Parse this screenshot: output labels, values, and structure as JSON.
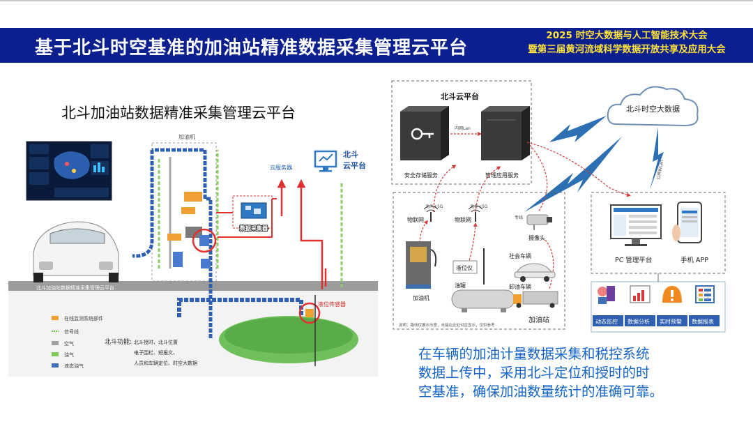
{
  "banner": {
    "title": "基于北斗时空基准的加油站精准数据采集管理云平台",
    "conference_line1": "2025 时空大数据与人工智能技术大会",
    "conference_line2": "暨第三届黄河流域科学数据开放共享及应用大会",
    "bg_color": "#0b1f8f",
    "conf_color": "#ffe23a"
  },
  "left": {
    "title": "北斗加油站数据精准采集管理云平台",
    "dispenser_label": "加油机",
    "beidou_cloud_label_1": "北斗",
    "beidou_cloud_label_2": "云平台",
    "cloud_server_label": "云服务器",
    "collector_label": "数据采集器",
    "level_sensor_label": "液位传感器",
    "car_caption": "北斗加油站数据精准采集管理云平台",
    "legend": [
      {
        "label": "在线监测系统部件",
        "color": "#f0a030"
      },
      {
        "label": "信号线",
        "color": "#6fbf4a"
      },
      {
        "label": "空气",
        "color": "#9e9e9e"
      },
      {
        "label": "油气",
        "color": "#7ecb5c"
      },
      {
        "label": "液态油气",
        "color": "#3f6fb5"
      }
    ],
    "functions_title": "北斗功能:",
    "functions_line1": "北斗授时、北斗位置",
    "functions_line2": "电子围栏、短报文、",
    "functions_line3": "人员和车辆定位、时空大数据"
  },
  "right": {
    "beidou_platform": "北斗云平台",
    "spacetime_cloud": "北斗时空大数据",
    "secure_storage": "安全存储服务",
    "management_service": "管理应用服务",
    "internal_net": "内网Lan",
    "public_net": "公网WLan",
    "iot_a": "物联网",
    "iot_b": "物联网",
    "beidou_5g_a": "北斗+5G",
    "beidou_5g_b": "北斗+5G",
    "dedicated_line": "专线",
    "camera": "摄像头",
    "level_meter": "液位仪",
    "dispenser": "加油机",
    "oil_tank": "油罐",
    "social_vehicle": "社会车辆",
    "unloading_vehicle": "卸油车辆",
    "gas_station": "加油站",
    "note": "说明：路线仅展示示意，未能在此处对应显示，仅供参考",
    "pc_platform": "PC 管理平台",
    "mobile_app": "手机 APP",
    "modules": [
      "动态监控",
      "数据分析",
      "实时预警",
      "数据报表"
    ]
  },
  "caption": {
    "line1": "在车辆的加油计量数据采集和税控系统",
    "line2": "数据上传中，采用北斗定位和授时的时",
    "line3": "空基准，确保加油数量统计的准确可靠。"
  }
}
